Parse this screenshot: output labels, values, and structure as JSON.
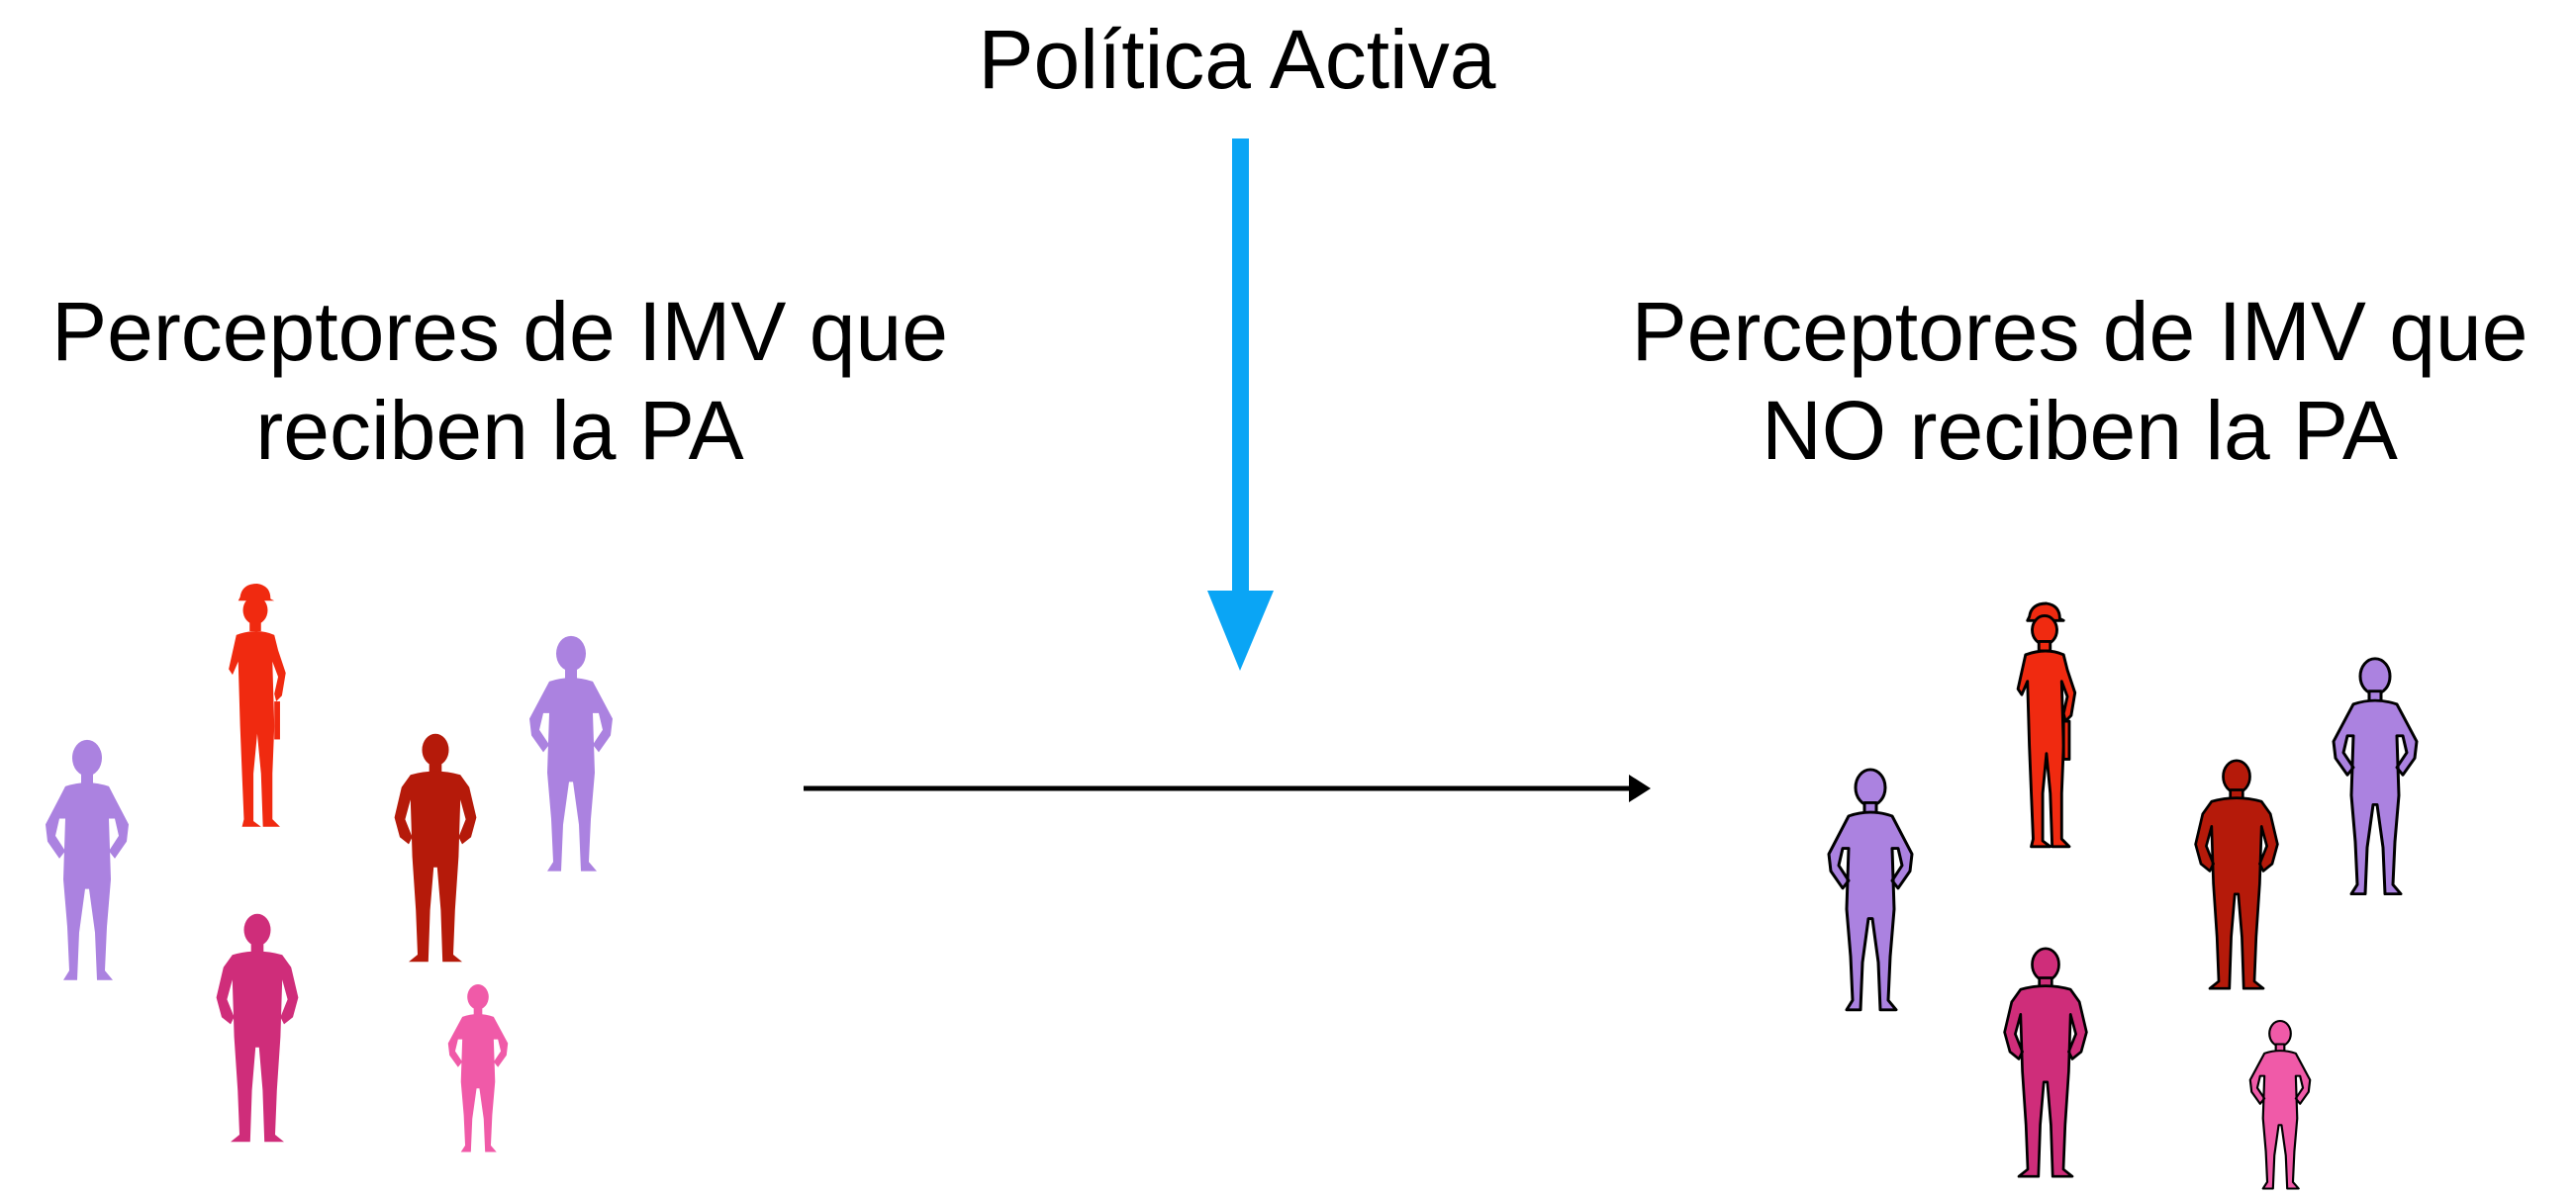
{
  "title": "Política Activa",
  "treated_group": {
    "label_line1": "Perceptores de IMV que",
    "label_line2": "reciben la PA"
  },
  "control_group": {
    "label_line1": "Perceptores de IMV que",
    "label_line2": "NO reciben la PA"
  },
  "colors": {
    "policy_arrow": "#0aa5f5",
    "connector_arrow": "#000000",
    "lavender": "#ab82e0",
    "red": "#f02a10",
    "dark_red": "#b51a0a",
    "magenta": "#cf2d7a",
    "pink": "#f05aa8"
  },
  "icons": {
    "people": "person-silhouette-icon"
  }
}
